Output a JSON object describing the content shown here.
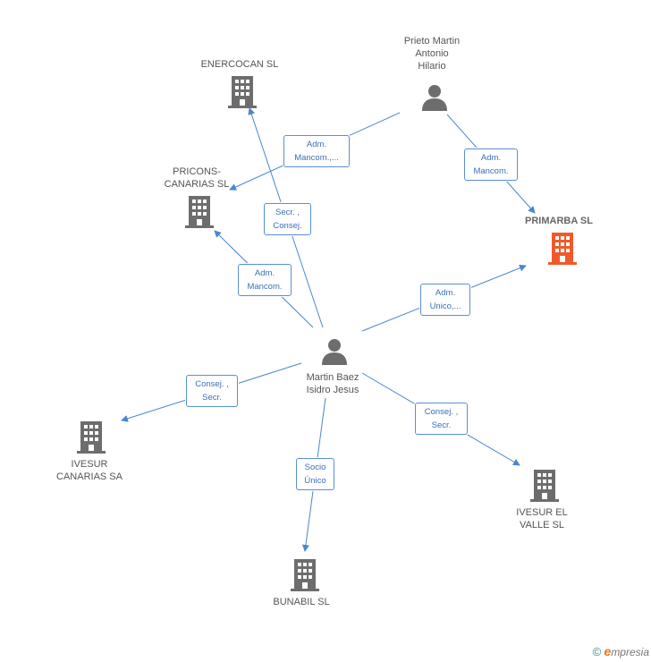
{
  "nodes": {
    "enercocan": {
      "label": "ENERCOCAN SL",
      "type": "company"
    },
    "pricons": {
      "label": "PRICONS-\nCANARIAS SL",
      "type": "company"
    },
    "prieto": {
      "label": "Prieto Martin\nAntonio\nHilario",
      "type": "person"
    },
    "primarba": {
      "label": "PRIMARBA SL",
      "type": "company-main"
    },
    "martin": {
      "label": "Martin Baez\nIsidro Jesus",
      "type": "person"
    },
    "ivesur_canarias": {
      "label": "IVESUR\nCANARIAS SA",
      "type": "company"
    },
    "ivesur_valle": {
      "label": "IVESUR EL\nVALLE SL",
      "type": "company"
    },
    "bunabil": {
      "label": "BUNABIL SL",
      "type": "company"
    }
  },
  "edges": {
    "prieto_pricons": {
      "label": "Adm.\nMancom.,..."
    },
    "prieto_primarba": {
      "label": "Adm.\nMancom."
    },
    "martin_enercocan": {
      "label": "Secr. ,\nConsej."
    },
    "martin_pricons": {
      "label": "Adm.\nMancom."
    },
    "martin_primarba": {
      "label": "Adm.\nUnico,..."
    },
    "martin_ivesur_canarias": {
      "label": "Consej. ,\nSecr."
    },
    "martin_ivesur_valle": {
      "label": "Consej. ,\nSecr."
    },
    "martin_bunabil": {
      "label": "Socio\nÚnico"
    }
  },
  "footer": {
    "copyright": "©",
    "brand_e": "e",
    "brand_rest": "mpresia"
  },
  "colors": {
    "edge": "#4a86d0",
    "company": "#6d6d6d",
    "company_main": "#f05a2a",
    "person": "#6d6d6d"
  }
}
